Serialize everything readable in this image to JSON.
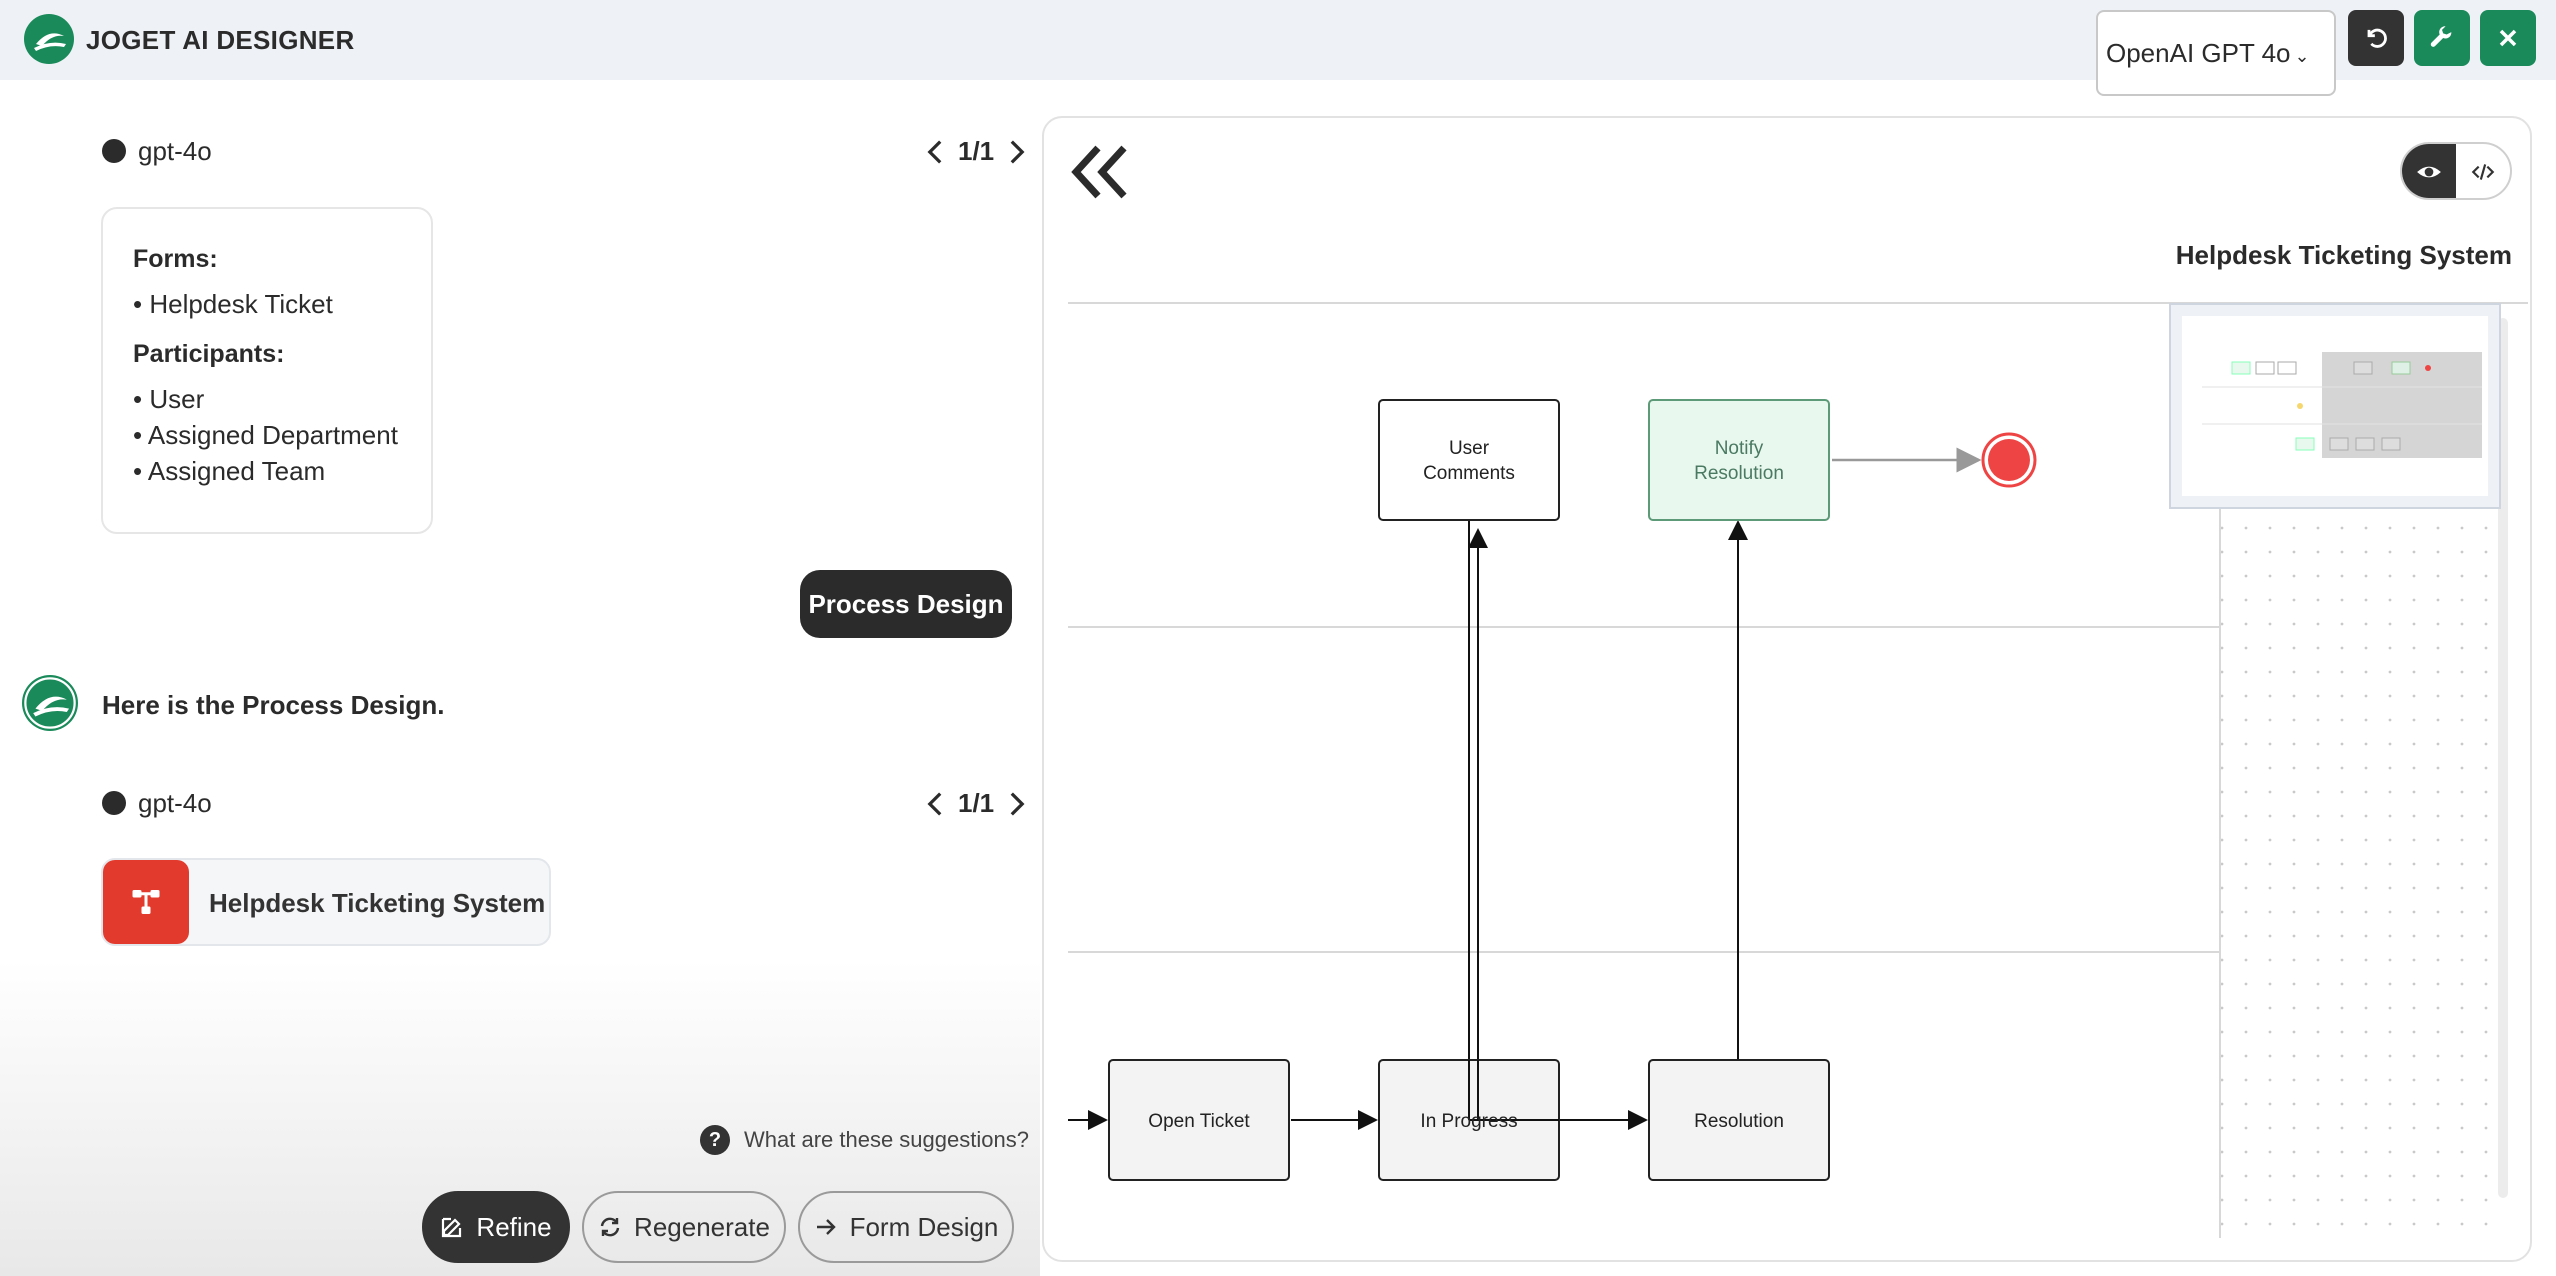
{
  "header": {
    "app_title": "JOGET AI DESIGNER",
    "model_selected": "OpenAI GPT 4o",
    "buttons": [
      "reset",
      "settings",
      "close"
    ]
  },
  "chat": {
    "model_label": "gpt-4o",
    "pager": "1/1",
    "forms_heading": "Forms:",
    "forms": [
      "• Helpdesk Ticket"
    ],
    "participants_heading": "Participants:",
    "participants": [
      "• User",
      "• Assigned Department",
      "• Assigned Team"
    ],
    "user_message": "Process Design",
    "bot_message": "Here is the Process Design.",
    "model_label_2": "gpt-4o",
    "pager_2": "1/1",
    "design_card_label": "Helpdesk Ticketing System",
    "help_text": "What are these suggestions?",
    "help_icon": "?",
    "actions": {
      "refine": "Refine",
      "regenerate": "Regenerate",
      "form_design": "Form Design"
    }
  },
  "diagram": {
    "title": "Helpdesk Ticketing System",
    "nodes": {
      "user_comments": [
        "User",
        "Comments"
      ],
      "notify_resolution": [
        "Notify",
        "Resolution"
      ],
      "open_ticket": "Open Ticket",
      "in_progress": "In Progress",
      "resolution": "Resolution"
    },
    "colors": {
      "brand_green": "#1a8a5a",
      "end_event": "#ef4444",
      "notify_fill": "#e9f8ee",
      "red_icon": "#e23b2e"
    }
  }
}
